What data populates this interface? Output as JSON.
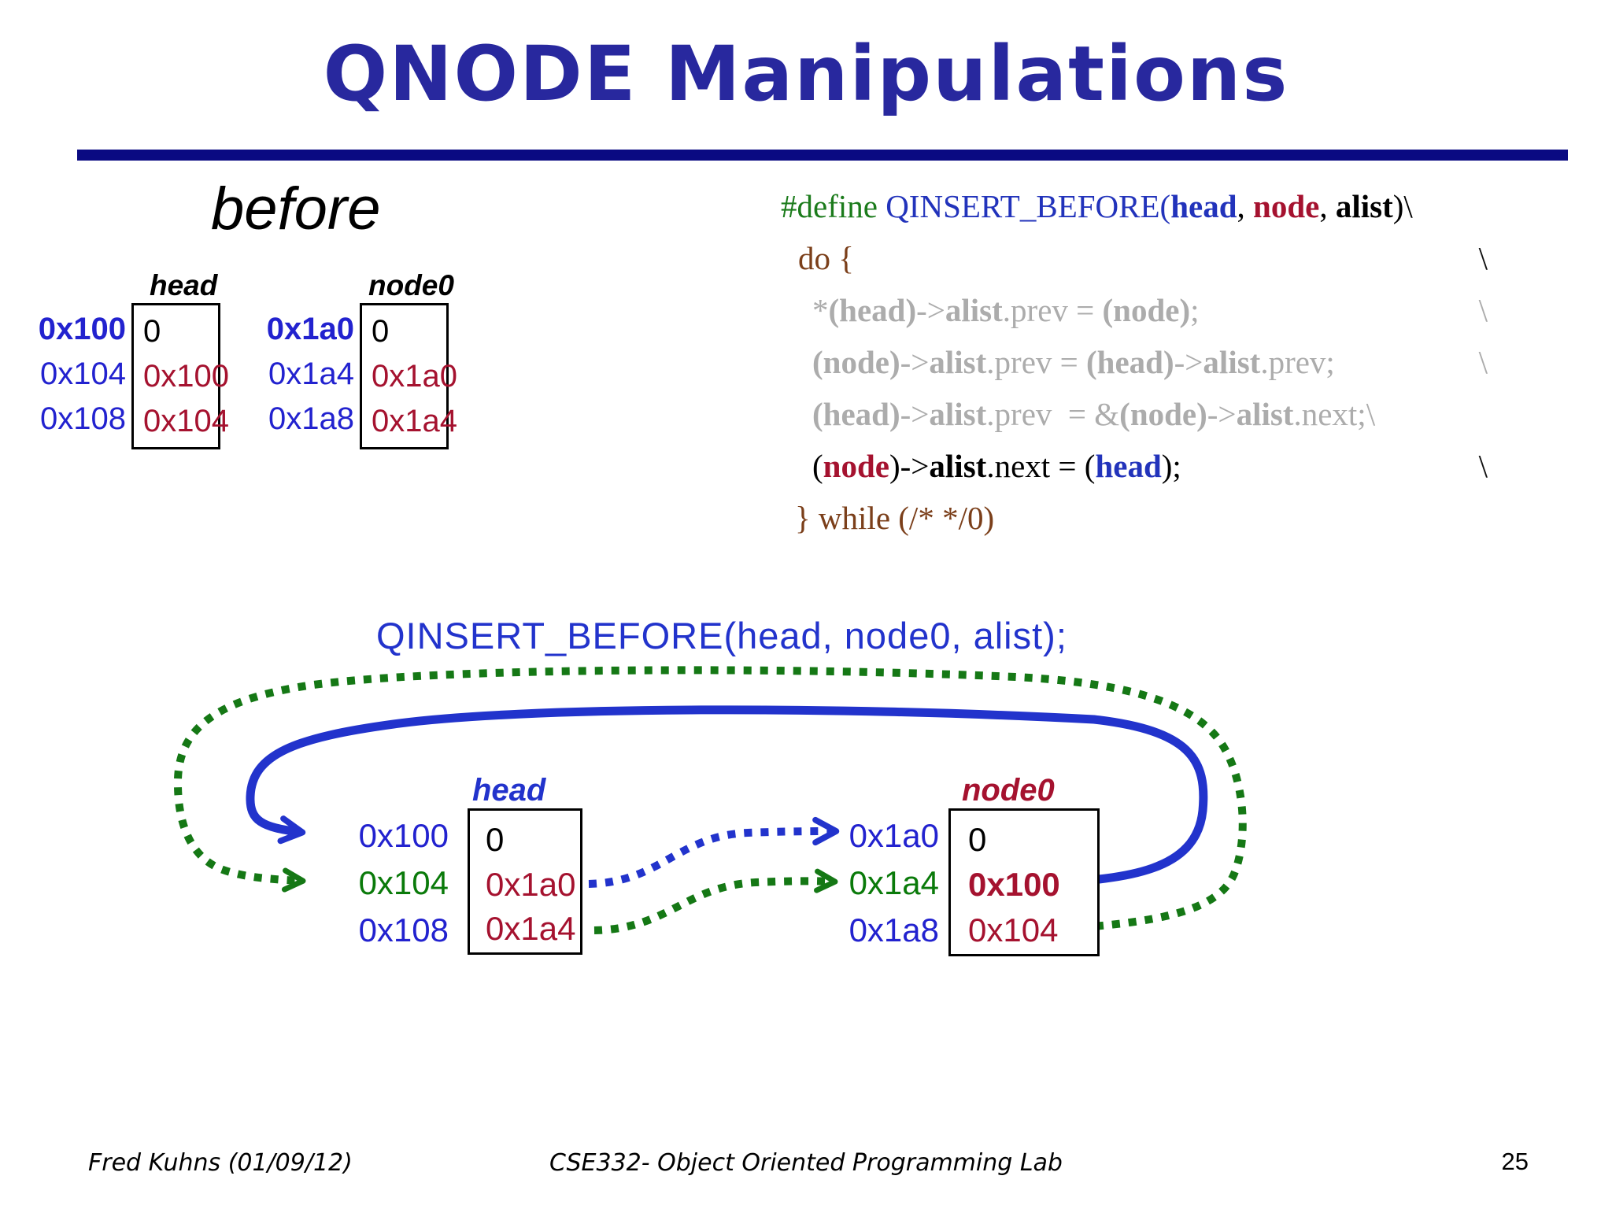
{
  "title": "QNODE Manipulations",
  "colors": {
    "title_navy": "#28289E",
    "rule_navy": "#0A0A82",
    "address_blue": "#2222CF",
    "value_crimson": "#A5122F",
    "pointer_green": "#0A7A0A",
    "code_gray": "#ACACAC",
    "code_brown": "#7B3F1A",
    "code_green": "#1B7B1B",
    "code_blue": "#2233BB",
    "arrow_blue": "#2233CC",
    "arrow_green": "#157815"
  },
  "before": {
    "label": "before",
    "head": {
      "title": "head",
      "rows": [
        {
          "addr": "0x100",
          "val": "0"
        },
        {
          "addr": "0x104",
          "val": "0x100"
        },
        {
          "addr": "0x108",
          "val": "0x104"
        }
      ]
    },
    "node0": {
      "title": "node0",
      "rows": [
        {
          "addr": "0x1a0",
          "val": "0"
        },
        {
          "addr": "0x1a4",
          "val": "0x1a0"
        },
        {
          "addr": "0x1a8",
          "val": "0x1a4"
        }
      ]
    }
  },
  "code": {
    "l1": [
      {
        "t": "#define ",
        "c": "grn"
      },
      {
        "t": "QINSERT_BEFORE(",
        "c": "blu"
      },
      {
        "t": "head",
        "c": "blu b"
      },
      {
        "t": ", ",
        "c": ""
      },
      {
        "t": "node",
        "c": "red2 b"
      },
      {
        "t": ", ",
        "c": ""
      },
      {
        "t": "alist",
        "c": "b"
      },
      {
        "t": ")\\",
        "c": ""
      }
    ],
    "l2": [
      {
        "t": "do {",
        "c": "brn"
      }
    ],
    "l2bs": "\\",
    "l3": [
      {
        "t": "*",
        "c": "gry"
      },
      {
        "t": "(head)",
        "c": "gry b"
      },
      {
        "t": "->",
        "c": "gry"
      },
      {
        "t": "alist",
        "c": "gry b"
      },
      {
        "t": ".prev = ",
        "c": "gry"
      },
      {
        "t": "(node)",
        "c": "gry b"
      },
      {
        "t": ";",
        "c": "gry"
      }
    ],
    "l3bs": "\\",
    "l4": [
      {
        "t": "(node)",
        "c": "gry b"
      },
      {
        "t": "->",
        "c": "gry"
      },
      {
        "t": "alist",
        "c": "gry b"
      },
      {
        "t": ".prev = ",
        "c": "gry"
      },
      {
        "t": "(head)",
        "c": "gry b"
      },
      {
        "t": "->",
        "c": "gry"
      },
      {
        "t": "alist",
        "c": "gry b"
      },
      {
        "t": ".prev;",
        "c": "gry"
      }
    ],
    "l4bs": "\\",
    "l5": [
      {
        "t": "(head)",
        "c": "gry b"
      },
      {
        "t": "->",
        "c": "gry"
      },
      {
        "t": "alist",
        "c": "gry b"
      },
      {
        "t": ".prev  = &",
        "c": "gry"
      },
      {
        "t": "(node)",
        "c": "gry b"
      },
      {
        "t": "->",
        "c": "gry"
      },
      {
        "t": "alist",
        "c": "gry b"
      },
      {
        "t": ".next;\\",
        "c": "gry"
      }
    ],
    "l6": [
      {
        "t": "(",
        "c": ""
      },
      {
        "t": "node",
        "c": "red2 b"
      },
      {
        "t": ")->",
        "c": ""
      },
      {
        "t": "alist",
        "c": "b"
      },
      {
        "t": ".next = (",
        "c": ""
      },
      {
        "t": "head",
        "c": "blu b"
      },
      {
        "t": ");",
        "c": ""
      }
    ],
    "l6bs": "\\",
    "l7": [
      {
        "t": "} while (/* */0)",
        "c": "brn"
      }
    ]
  },
  "call": "QINSERT_BEFORE(head, node0, alist);",
  "after": {
    "head": {
      "title": "head",
      "rows": [
        {
          "addr": "0x100",
          "val": "0"
        },
        {
          "addr": "0x104",
          "val": "0x1a0"
        },
        {
          "addr": "0x108",
          "val": "0x1a4"
        }
      ]
    },
    "node0": {
      "title": "node0",
      "rows": [
        {
          "addr": "0x1a0",
          "val": "0"
        },
        {
          "addr": "0x1a4",
          "val": "0x100"
        },
        {
          "addr": "0x1a8",
          "val": "0x104"
        }
      ]
    },
    "arrows": {
      "blue_solid": {
        "from": "node0 value 0x100",
        "to": "head address 0x100",
        "color": "#2233CC",
        "style": "solid"
      },
      "green_outer": {
        "from": "node0 value 0x104",
        "to": "head address 0x104",
        "color": "#157815",
        "style": "dotted"
      },
      "blue_dotted": {
        "from": "head value 0x1a0",
        "to": "node0 address 0x1a0",
        "color": "#2233CC",
        "style": "dotted"
      },
      "green_dotted": {
        "from": "head value 0x1a4",
        "to": "node0 address 0x1a4",
        "color": "#157815",
        "style": "dotted"
      }
    }
  },
  "footer": {
    "author": "Fred Kuhns (01/09/12)",
    "course": "CSE332- Object Oriented Programming Lab",
    "page": "25"
  }
}
